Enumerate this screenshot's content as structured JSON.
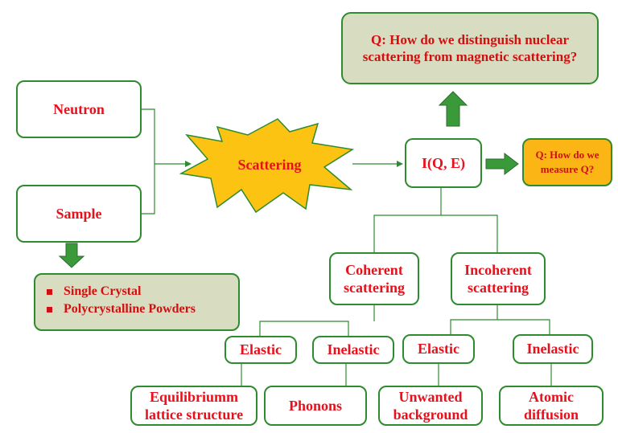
{
  "nodes": {
    "neutron": "Neutron",
    "sample": "Sample",
    "scattering": "Scattering",
    "iqe": "I(Q, E)",
    "q_nuclear": "Q: How do we distinguish nuclear scattering from magnetic scattering?",
    "q_measure": "Q: How do we measure Q?",
    "coherent": "Coherent scattering",
    "incoherent": "Incoherent scattering",
    "coh_elastic": "Elastic",
    "coh_inelastic": "Inelastic",
    "inc_elastic": "Elastic",
    "inc_inelastic": "Inelastic",
    "equilibrium": "Equilibriumm lattice structure",
    "phonons": "Phonons",
    "unwanted": "Unwanted background",
    "atomic": "Atomic diffusion"
  },
  "sample_types": [
    "Single Crystal",
    "Polycrystalline Powders"
  ],
  "colors": {
    "border": "#2e8b2e",
    "text": "#e8101b",
    "question_fill": "#d8dcc0",
    "measure_fill": "#fbb515",
    "star_fill": "#fcc312",
    "arrow_fill": "#3a9a3a"
  }
}
